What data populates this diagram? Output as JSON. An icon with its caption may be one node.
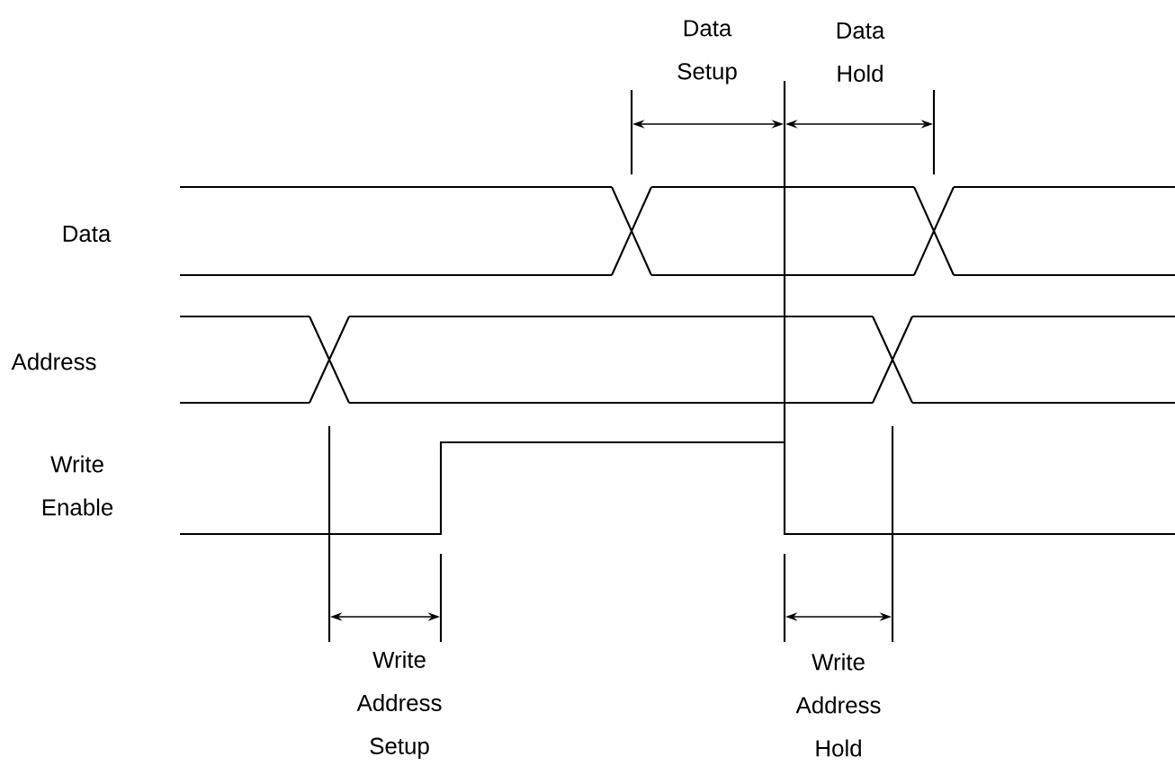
{
  "diagram": {
    "labels": [
      "Data Setup",
      "Data Hold",
      "Data",
      "Address",
      "Write Enable",
      "Write Address Setup",
      "Write Address Hold"
    ]
  }
}
